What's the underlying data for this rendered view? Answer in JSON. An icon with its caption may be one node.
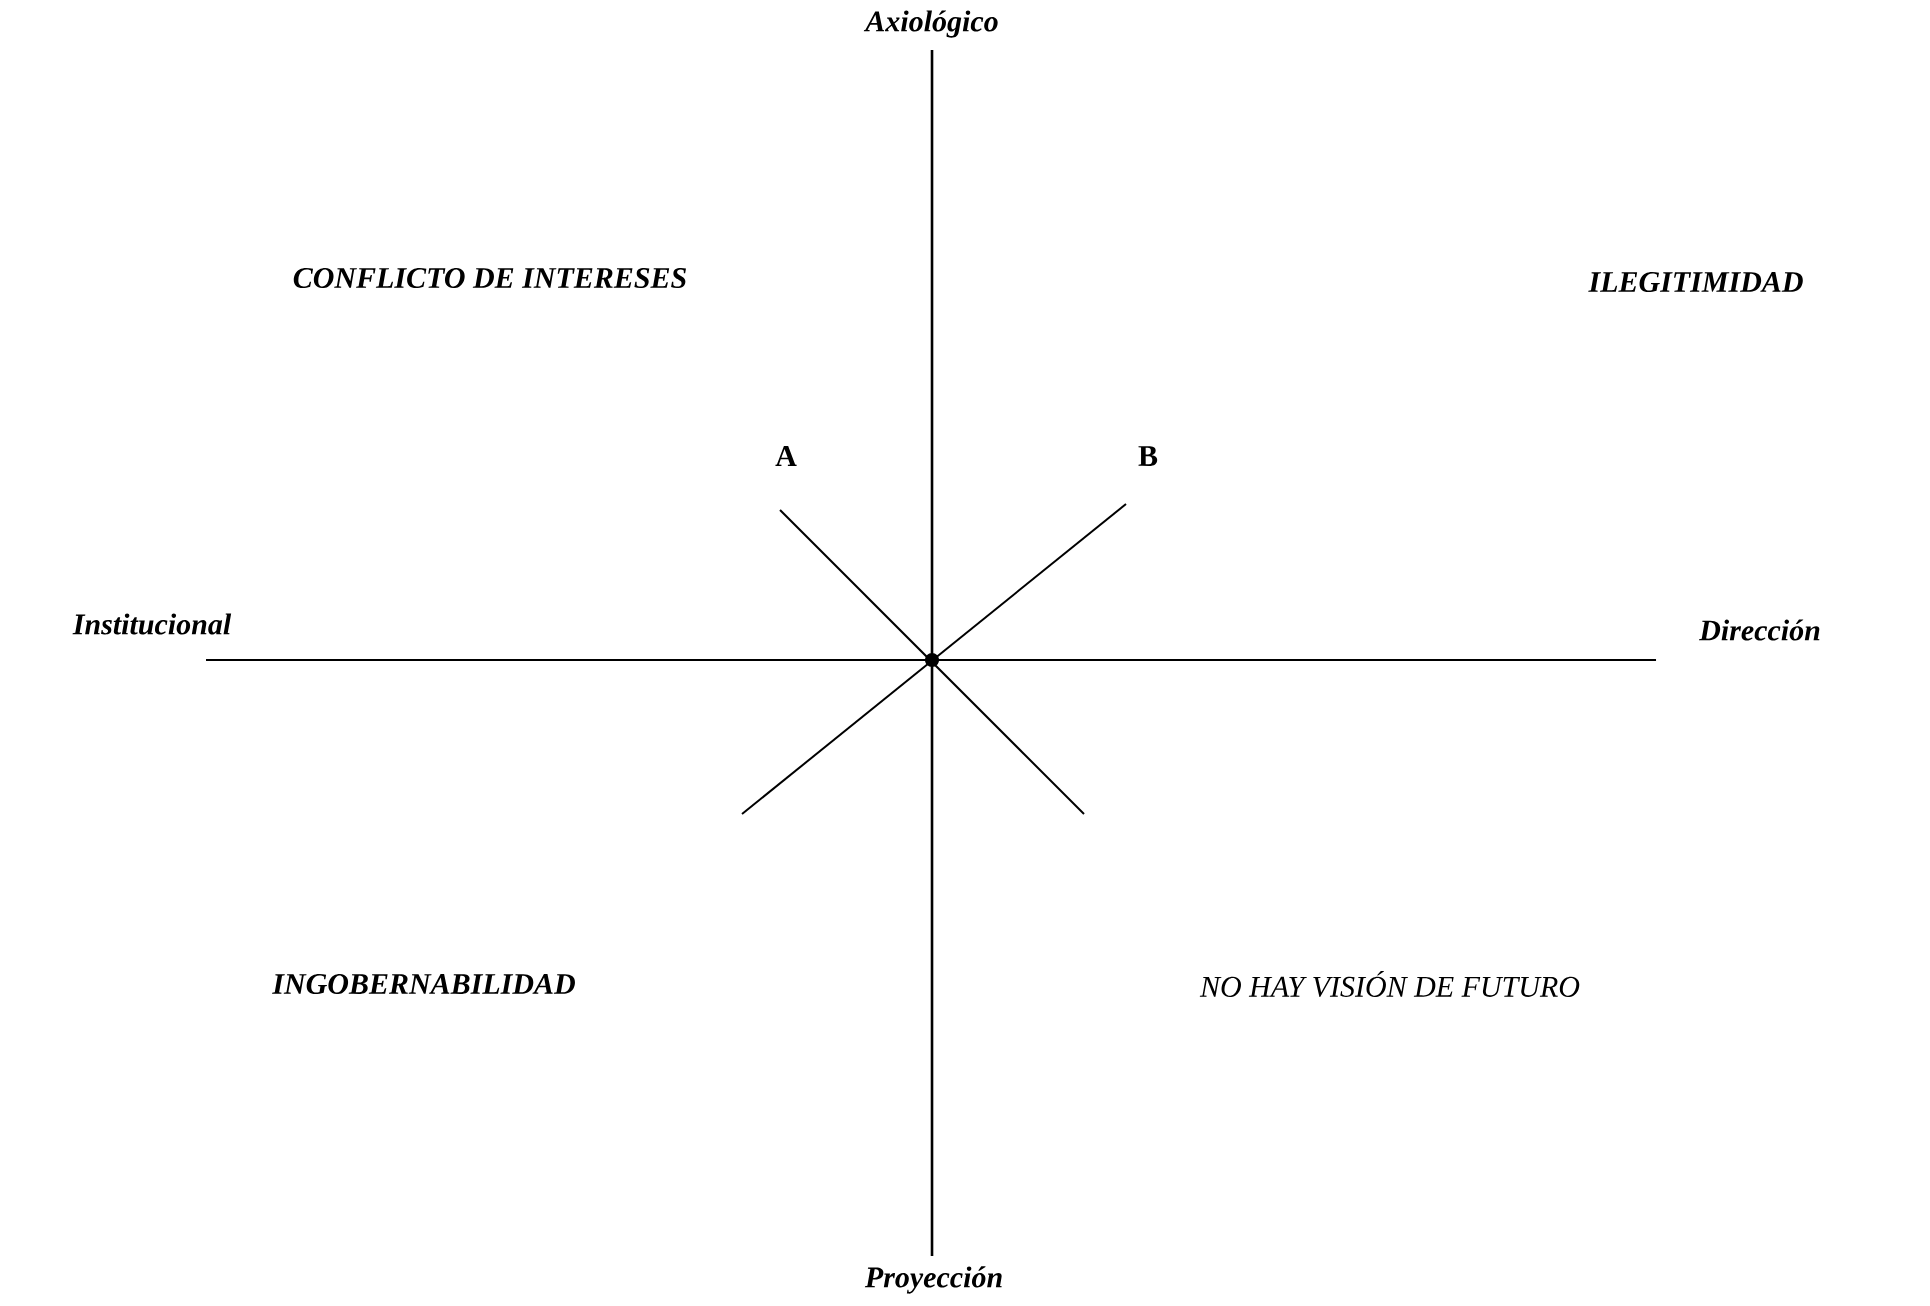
{
  "diagram": {
    "labels": [
      "Axiológico",
      "CONFLICTO DE INTERESES",
      "ILEGITIMIDAD",
      "A",
      "B",
      "Institucional",
      "Dirección",
      "INGOBERNABILIDAD",
      "NO HAY VISIÓN DE FUTURO",
      "Proyección"
    ]
  }
}
